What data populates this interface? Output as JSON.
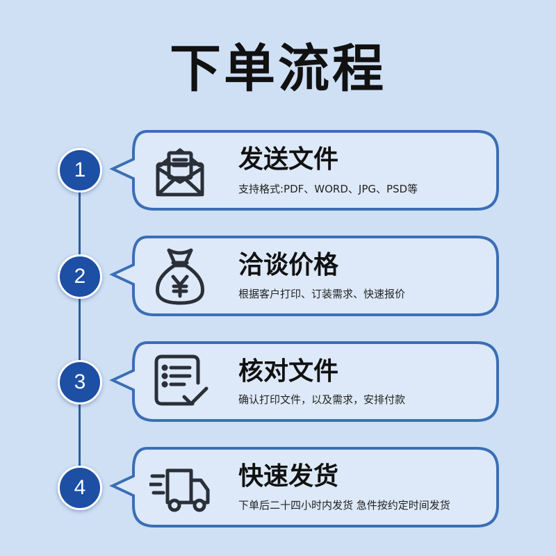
{
  "title": "下单流程",
  "colors": {
    "background": "#cfe0f5",
    "accent": "#1d4fa5",
    "card_fill": "#dde9f8",
    "card_border": "#3b6eb5",
    "icon_stroke": "#2a2f38"
  },
  "steps": [
    {
      "number": "1",
      "title": "发送文件",
      "description": "支持格式:PDF、WORD、JPG、PSD等",
      "icon": "envelope-icon"
    },
    {
      "number": "2",
      "title": "洽谈价格",
      "description": "根据客户打印、订装需求、快速报价",
      "icon": "money-bag-icon"
    },
    {
      "number": "3",
      "title": "核对文件",
      "description": "确认打印文件，以及需求，安排付款",
      "icon": "checklist-icon"
    },
    {
      "number": "4",
      "title": "快速发货",
      "description": "下单后二十四小时内发货 急件按约定时间发货",
      "icon": "delivery-truck-icon"
    }
  ]
}
